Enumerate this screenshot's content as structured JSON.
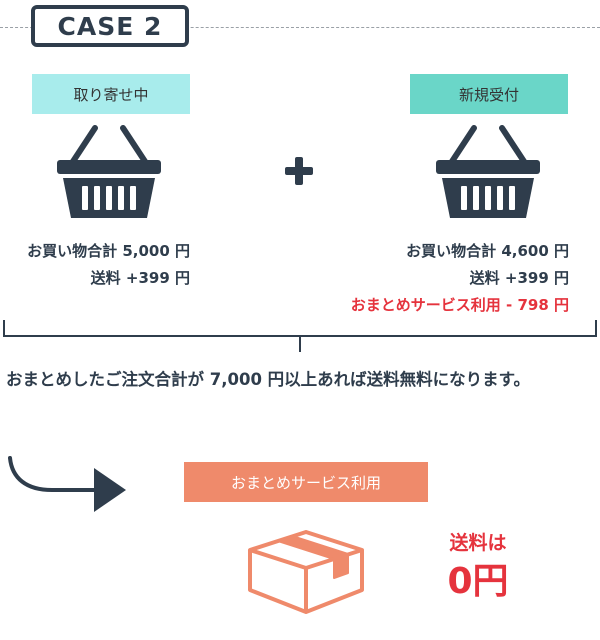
{
  "header": {
    "case_label": "CASE 2"
  },
  "left_order": {
    "tag": "取り寄せ中",
    "subtotal": "お買い物合計 5,000 円",
    "shipping": "送料 +399 円"
  },
  "right_order": {
    "tag": "新規受付",
    "subtotal": "お買い物合計 4,600 円",
    "shipping": "送料 +399 円",
    "discount": "おまとめサービス利用 - 798 円"
  },
  "summary": {
    "message": "おまとめしたご注文合計が 7,000 円以上あれば送料無料になります。"
  },
  "result": {
    "service_label": "おまとめサービス利用",
    "free_label": "送料は",
    "free_value": "0円"
  },
  "colors": {
    "navy": "#2f3d4c",
    "tag_light": "#a8ecec",
    "tag_teal": "#6ad6c8",
    "salmon": "#ef8a6b",
    "red": "#e5333d"
  },
  "icons": [
    "basket-icon",
    "plus-icon",
    "arrow-icon",
    "box-icon"
  ]
}
